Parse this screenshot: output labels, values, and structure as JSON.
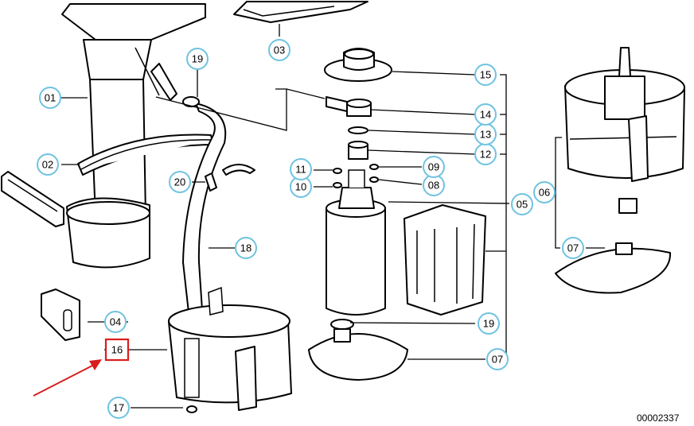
{
  "callouts": {
    "c01": "01",
    "c02": "02",
    "c03": "03",
    "c04": "04",
    "c05": "05",
    "c06": "06",
    "c07a": "07",
    "c07b": "07",
    "c08": "08",
    "c09": "09",
    "c10": "10",
    "c11": "11",
    "c12": "12",
    "c13": "13",
    "c14": "14",
    "c15": "15",
    "c16": "16",
    "c17": "17",
    "c18": "18",
    "c19a": "19",
    "c19b": "19",
    "c20": "20"
  },
  "document_number": "00002337",
  "colors": {
    "callout_ring": "#6fc3e0",
    "highlight": "#d81e1e",
    "line_art": "#000000"
  }
}
